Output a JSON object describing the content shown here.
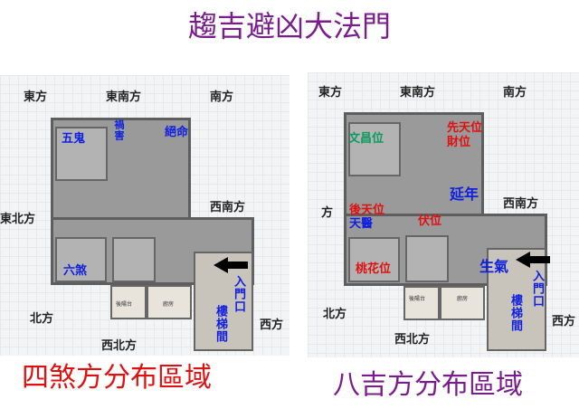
{
  "title": "趨吉避凶大法門",
  "left": {
    "directions": {
      "east": "東方",
      "southeast": "東南方",
      "south": "南方",
      "northeast": "東北方",
      "southwest": "西南方",
      "north": "北方",
      "northwest": "西北方",
      "west": "西方"
    },
    "labels": {
      "wugui": "五鬼",
      "huohai": "禍害",
      "jueming": "絕命",
      "liusha": "六煞"
    },
    "rooms": {
      "balcony": "後陽台",
      "kitchen": "廚房",
      "entrance": "入門口",
      "stairs": "樓梯間"
    },
    "caption": "四煞方分布區域"
  },
  "right": {
    "directions": {
      "east": "東方",
      "southeast": "東南方",
      "south": "南方",
      "northeast": "方",
      "southwest": "西南方",
      "north": "北方",
      "northwest": "西北方",
      "west": "西方"
    },
    "labels": {
      "wenchang": "文昌位",
      "xiantian": "先天位",
      "caiwei": "財位",
      "yannian": "延年",
      "houtian": "後天位",
      "tianyi": "天醫",
      "fuwei": "伏位",
      "taohua": "桃花位",
      "shengqi": "生氣"
    },
    "rooms": {
      "balcony": "後陽台",
      "kitchen": "廚房",
      "entrance": "入門口",
      "stairs": "樓梯間"
    },
    "caption": "八吉方分布區域"
  }
}
